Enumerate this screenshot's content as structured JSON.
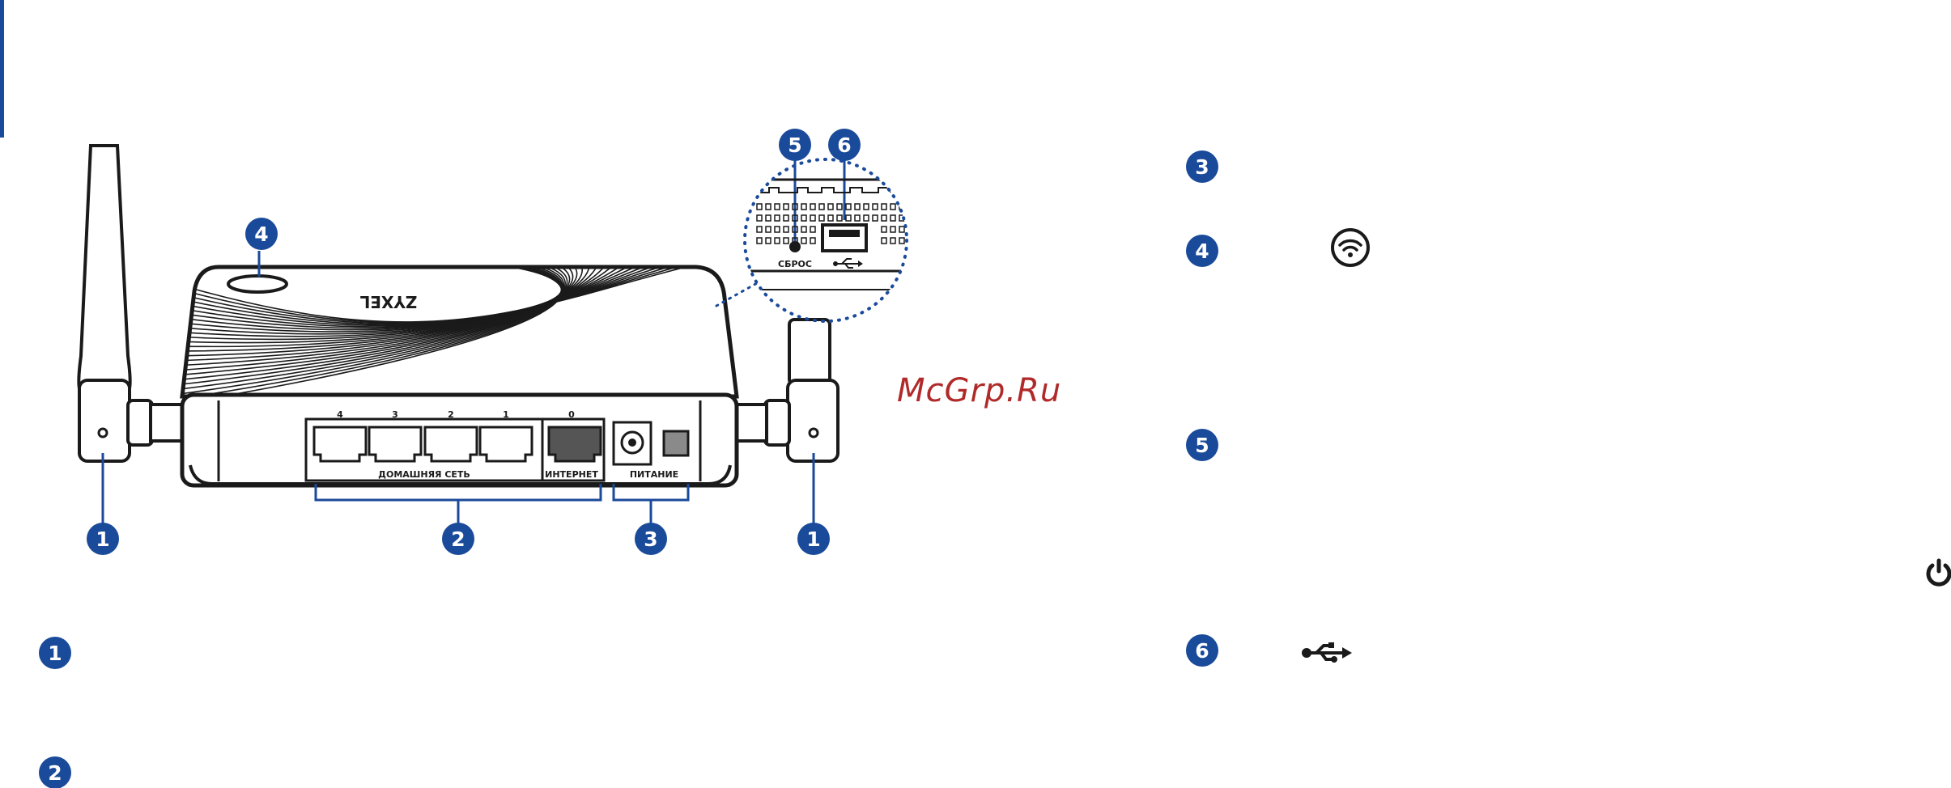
{
  "colors": {
    "marker_fill": "#1a4a9a",
    "marker_text": "#ffffff",
    "line": "#1a1a1a",
    "watermark": "#b02a2a"
  },
  "device": {
    "brand": "ZYXEL"
  },
  "markers": {
    "m1": "1",
    "m2": "2",
    "m3": "3",
    "m4": "4",
    "m5": "5",
    "m6": "6"
  },
  "ports": {
    "port_4": "4",
    "port_3": "3",
    "port_2": "2",
    "port_1": "1",
    "port_0": "0",
    "home_network_label": "ДОМАШНЯЯ СЕТЬ",
    "internet_label": "ИНТЕРНЕТ",
    "power_label": "ПИТАНИЕ"
  },
  "callout": {
    "reset_label": "СБРОС",
    "usb_icon": "usb-icon"
  },
  "legend": {
    "m1": "1",
    "m2": "2",
    "m3": "3",
    "m4": "4",
    "m5": "5",
    "m6": "6",
    "wifi_icon": "wifi-icon",
    "power_icon": "power-icon",
    "usb_icon": "usb-icon"
  },
  "watermark": "McGrp.Ru"
}
